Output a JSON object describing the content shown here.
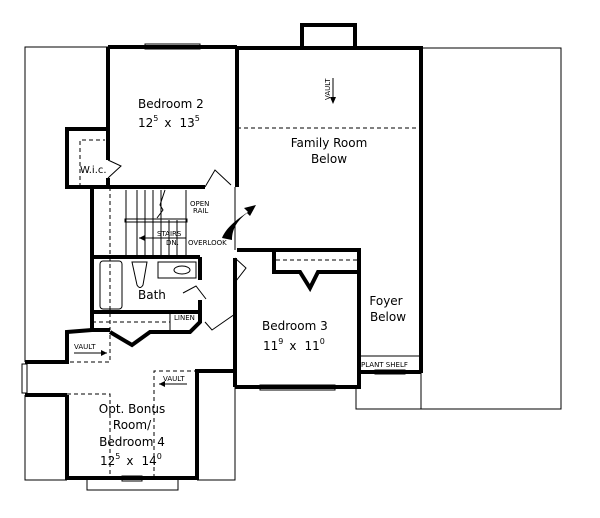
{
  "rooms": {
    "bedroom2": {
      "name": "Bedroom 2",
      "w": "12",
      "w_in": "5",
      "x": "x",
      "h": "13",
      "h_in": "5"
    },
    "wic": {
      "name": "W.i.c."
    },
    "family": {
      "line1": "Family Room",
      "line2": "Below"
    },
    "vault_family": "VAULT",
    "open_rail": {
      "line1": "OPEN",
      "line2": "RAIL"
    },
    "stairs": {
      "line1": "STAIRS",
      "line2": "DN."
    },
    "overlook": "OVERLOOK",
    "bath": {
      "name": "Bath"
    },
    "linen": "LINEN",
    "bedroom3": {
      "name": "Bedroom 3",
      "w": "11",
      "w_in": "9",
      "x": "x",
      "h": "11",
      "h_in": "0"
    },
    "foyer": {
      "line1": "Foyer",
      "line2": "Below"
    },
    "plant_shelf": "PLANT SHELF",
    "vault_left": "VAULT",
    "vault_bonus": "VAULT",
    "bonus": {
      "line1": "Opt. Bonus",
      "line2": "Room/",
      "line3": "Bedroom 4",
      "w": "12",
      "w_in": "5",
      "x": "x",
      "h": "14",
      "h_in": "0"
    }
  }
}
